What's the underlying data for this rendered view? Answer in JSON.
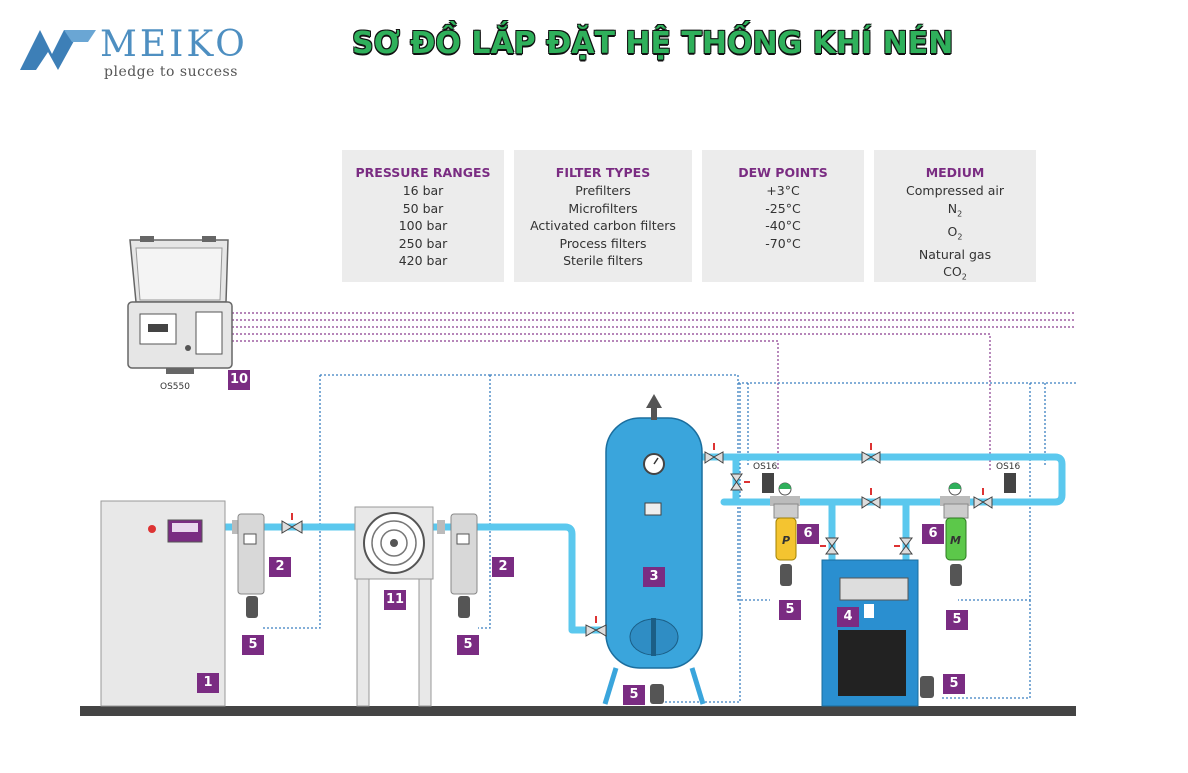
{
  "logo": {
    "word": "MEIKO",
    "tagline": "pledge to success"
  },
  "title": "SƠ ĐỒ LẮP ĐẶT HỆ THỐNG KHÍ NÉN",
  "info_boxes": [
    {
      "heading": "PRESSURE RANGES",
      "lines": [
        "16 bar",
        "50 bar",
        "100 bar",
        "250 bar",
        "420 bar"
      ]
    },
    {
      "heading": "FILTER TYPES",
      "lines": [
        "Prefilters",
        "Microfilters",
        "Activated carbon filters",
        "Process filters",
        "Sterile filters"
      ]
    },
    {
      "heading": "DEW POINTS",
      "lines": [
        "+3°C",
        "-25°C",
        "-40°C",
        "-70°C"
      ]
    },
    {
      "heading": "MEDIUM",
      "lines": [
        "Compressed air",
        "N",
        "O",
        "Natural gas",
        "CO"
      ],
      "subscripts": [
        "",
        "2",
        "2",
        "",
        "2"
      ]
    }
  ],
  "device_labels": {
    "monitor": "OS550",
    "sensor_left": "OS16",
    "sensor_right": "OS16"
  },
  "filter_letters": {
    "left": "P",
    "right": "M"
  },
  "numbers": {
    "compressor": "1",
    "filter_a": "2",
    "filter_b": "2",
    "tank": "3",
    "dryer": "4",
    "drain_a": "5",
    "drain_b": "5",
    "drain_tank": "5",
    "drain_c": "5",
    "drain_d": "5",
    "drain_dryer": "5",
    "filter_p": "6",
    "filter_m": "6",
    "monitor": "10",
    "cooler": "11"
  },
  "colors": {
    "pipe": "#5bc8ee",
    "tank": "#3aa5dc",
    "dryer": "#2a8fd0",
    "badge": "#7a2c82",
    "signal_blue": "#3a7fc0",
    "signal_purple": "#8a3c8f",
    "title_green": "#2fb05b"
  }
}
